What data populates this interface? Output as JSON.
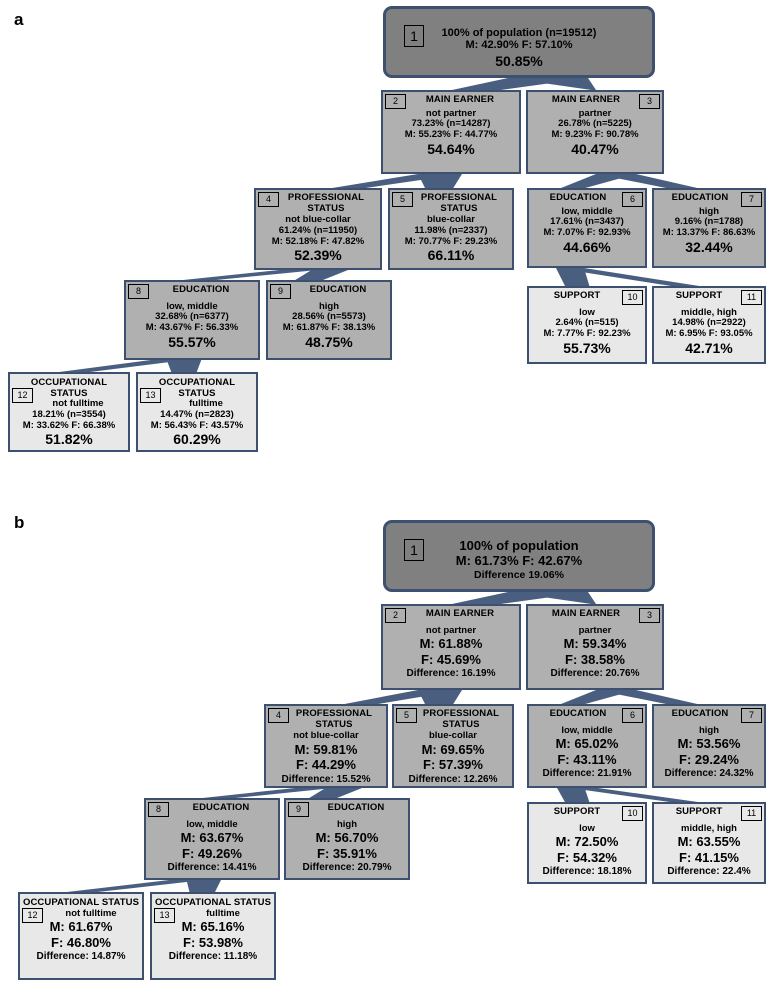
{
  "panels": [
    {
      "label": "a",
      "root": {
        "id": "1",
        "title": "100% of population (n=19512)",
        "mf": "M: 42.90% F: 57.10%",
        "value": "50.85%"
      },
      "nodes": [
        {
          "id": "2",
          "variable": "MAIN EARNER",
          "category": "not partner",
          "share": "73.23% (n=14287)",
          "mf": "M: 55.23% F: 44.77%",
          "value": "54.64%",
          "leaf": false
        },
        {
          "id": "3",
          "variable": "MAIN EARNER",
          "category": "partner",
          "share": "26.78% (n=5225)",
          "mf": "M: 9.23% F: 90.78%",
          "value": "40.47%",
          "leaf": false
        },
        {
          "id": "4",
          "variable": "PROFESSIONAL STATUS",
          "category": "not blue-collar",
          "share": "61.24% (n=11950)",
          "mf": "M: 52.18% F: 47.82%",
          "value": "52.39%",
          "leaf": false
        },
        {
          "id": "5",
          "variable": "PROFESSIONAL STATUS",
          "category": "blue-collar",
          "share": "11.98% (n=2337)",
          "mf": "M: 70.77% F: 29.23%",
          "value": "66.11%",
          "leaf": false
        },
        {
          "id": "6",
          "variable": "EDUCATION",
          "category": "low, middle",
          "share": "17.61% (n=3437)",
          "mf": "M: 7.07% F: 92.93%",
          "value": "44.66%",
          "leaf": false
        },
        {
          "id": "7",
          "variable": "EDUCATION",
          "category": "high",
          "share": "9.16% (n=1788)",
          "mf": "M: 13.37% F: 86.63%",
          "value": "32.44%",
          "leaf": false
        },
        {
          "id": "8",
          "variable": "EDUCATION",
          "category": "low, middle",
          "share": "32.68% (n=6377)",
          "mf": "M: 43.67% F: 56.33%",
          "value": "55.57%",
          "leaf": false
        },
        {
          "id": "9",
          "variable": "EDUCATION",
          "category": "high",
          "share": "28.56% (n=5573)",
          "mf": "M: 61.87% F: 38.13%",
          "value": "48.75%",
          "leaf": false
        },
        {
          "id": "10",
          "variable": "SUPPORT",
          "category": "low",
          "share": "2.64% (n=515)",
          "mf": "M: 7.77% F: 92.23%",
          "value": "55.73%",
          "leaf": true
        },
        {
          "id": "11",
          "variable": "SUPPORT",
          "category": "middle, high",
          "share": "14.98% (n=2922)",
          "mf": "M: 6.95% F: 93.05%",
          "value": "42.71%",
          "leaf": true
        },
        {
          "id": "12",
          "variable": "OCCUPATIONAL STATUS",
          "category": "not fulltime",
          "share": "18.21% (n=3554)",
          "mf": "M: 33.62% F: 66.38%",
          "value": "51.82%",
          "leaf": true
        },
        {
          "id": "13",
          "variable": "OCCUPATIONAL STATUS",
          "category": "fulltime",
          "share": "14.47% (n=2823)",
          "mf": "M: 56.43% F: 43.57%",
          "value": "60.29%",
          "leaf": true
        }
      ]
    },
    {
      "label": "b",
      "root": {
        "id": "1",
        "title": "100% of population",
        "mf": "M: 61.73% F: 42.67%",
        "value": "Difference 19.06%"
      },
      "nodes": [
        {
          "id": "2",
          "variable": "MAIN EARNER",
          "category": "not partner",
          "male": "M: 61.88%",
          "female": "F: 45.69%",
          "difference": "Difference: 16.19%",
          "leaf": false
        },
        {
          "id": "3",
          "variable": "MAIN EARNER",
          "category": "partner",
          "male": "M: 59.34%",
          "female": "F: 38.58%",
          "difference": "Difference: 20.76%",
          "leaf": false
        },
        {
          "id": "4",
          "variable": "PROFESSIONAL STATUS",
          "category": "not blue-collar",
          "male": "M: 59.81%",
          "female": "F: 44.29%",
          "difference": "Difference: 15.52%",
          "leaf": false
        },
        {
          "id": "5",
          "variable": "PROFESSIONAL STATUS",
          "category": "blue-collar",
          "male": "M: 69.65%",
          "female": "F: 57.39%",
          "difference": "Difference: 12.26%",
          "leaf": false
        },
        {
          "id": "6",
          "variable": "EDUCATION",
          "category": "low, middle",
          "male": "M: 65.02%",
          "female": "F: 43.11%",
          "difference": "Difference: 21.91%",
          "leaf": false
        },
        {
          "id": "7",
          "variable": "EDUCATION",
          "category": "high",
          "male": "M: 53.56%",
          "female": "F: 29.24%",
          "difference": "Difference: 24.32%",
          "leaf": false
        },
        {
          "id": "8",
          "variable": "EDUCATION",
          "category": "low, middle",
          "male": "M: 63.67%",
          "female": "F: 49.26%",
          "difference": "Difference: 14.41%",
          "leaf": false
        },
        {
          "id": "9",
          "variable": "EDUCATION",
          "category": "high",
          "male": "M: 56.70%",
          "female": "F: 35.91%",
          "difference": "Difference: 20.79%",
          "leaf": false
        },
        {
          "id": "10",
          "variable": "SUPPORT",
          "category": "low",
          "male": "M: 72.50%",
          "female": "F: 54.32%",
          "difference": "Difference: 18.18%",
          "leaf": true
        },
        {
          "id": "11",
          "variable": "SUPPORT",
          "category": "middle, high",
          "male": "M: 63.55%",
          "female": "F: 41.15%",
          "difference": "Difference: 22.4%",
          "leaf": true
        },
        {
          "id": "12",
          "variable": "OCCUPATIONAL STATUS",
          "category": "not fulltime",
          "male": "M: 61.67%",
          "female": "F: 46.80%",
          "difference": "Difference: 14.87%",
          "leaf": true
        },
        {
          "id": "13",
          "variable": "OCCUPATIONAL STATUS",
          "category": "fulltime",
          "male": "M: 65.16%",
          "female": "F: 53.98%",
          "difference": "Difference: 11.18%",
          "leaf": true
        }
      ]
    }
  ],
  "colors": {
    "root_fill": "#808080",
    "internal_fill": "#b0b0b0",
    "leaf_fill": "#e8e8e8",
    "border": "#3d5070",
    "connector": "#4a5f80"
  }
}
